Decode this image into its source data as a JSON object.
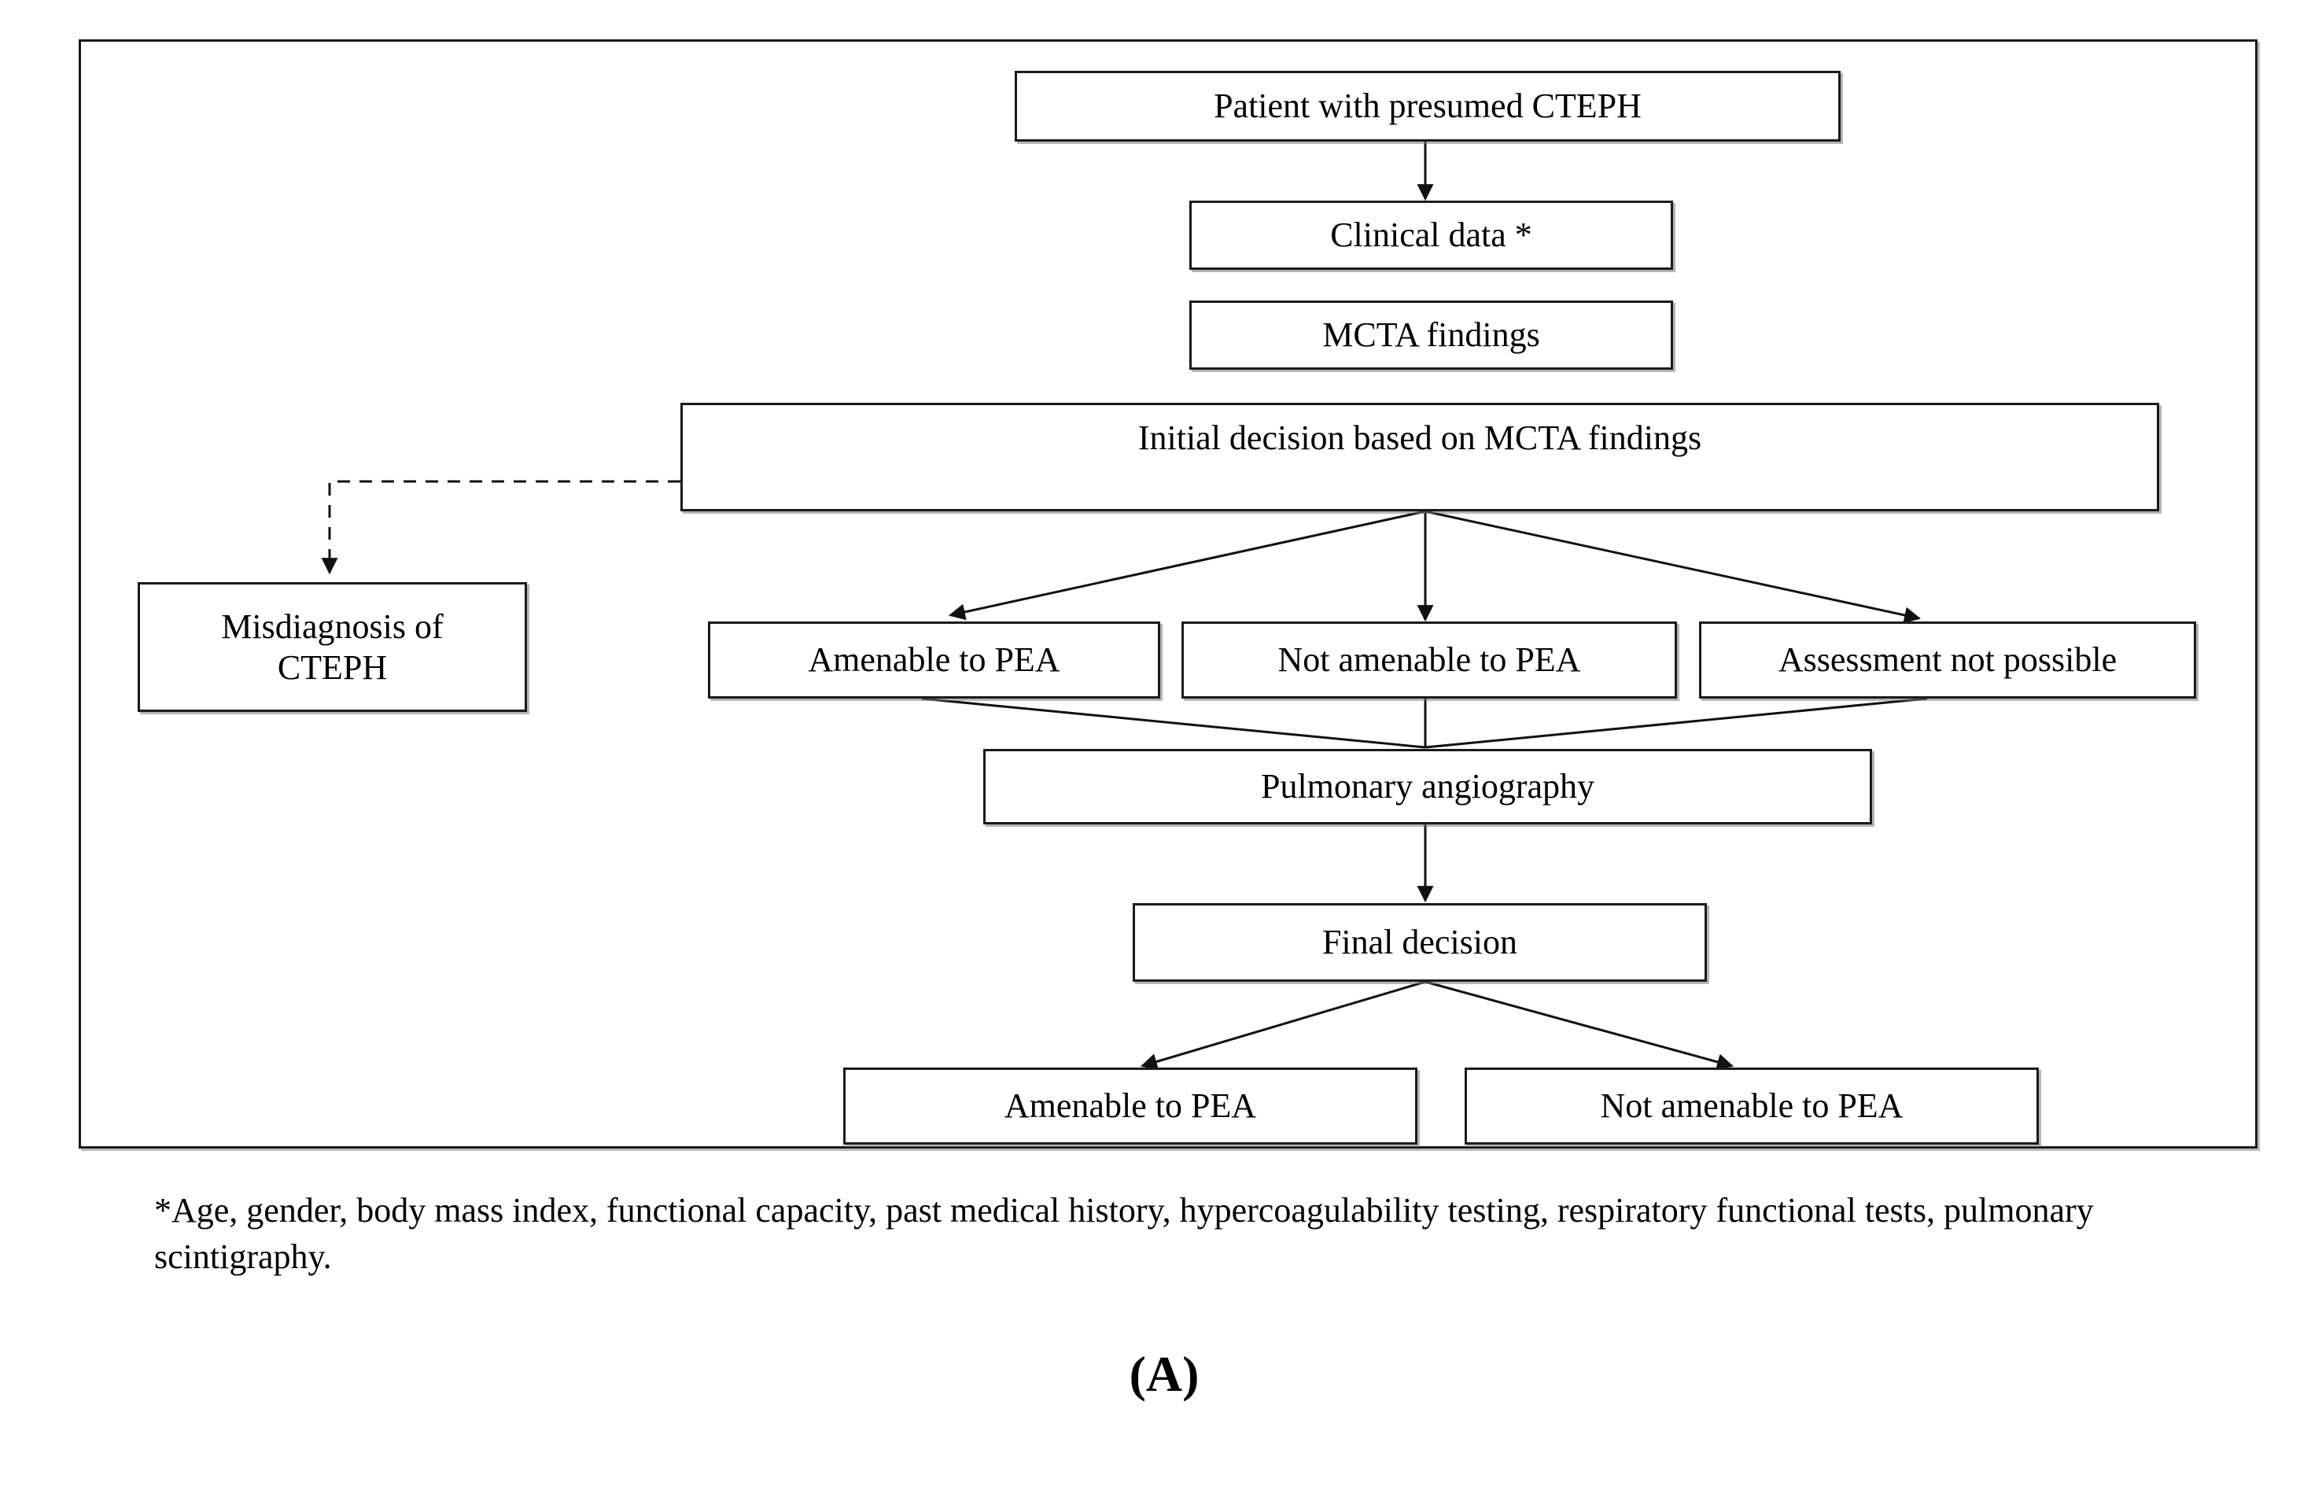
{
  "figure": {
    "panel_label": "(A)",
    "footnote": "*Age, gender, body mass index, functional capacity, past medical history, hypercoagulability testing, respiratory functional tests, pulmonary scintigraphy."
  },
  "nodes": {
    "patient": "Patient with presumed CTEPH",
    "clinical_data": "Clinical data *",
    "mcta_findings": "MCTA findings",
    "initial_decision": "Initial decision based on MCTA findings",
    "misdiagnosis": "Misdiagnosis of\nCTEPH",
    "amenable_initial": "Amenable to PEA",
    "not_amenable_initial": "Not amenable to PEA",
    "assessment_not_possible": "Assessment not possible",
    "pulmonary_angiography": "Pulmonary angiography",
    "final_decision": "Final decision",
    "amenable_final": "Amenable to PEA",
    "not_amenable_final": "Not amenable to PEA"
  },
  "colors": {
    "stroke": "#1a1a1a",
    "background": "#ffffff",
    "text": "#000000",
    "shadow": "#787878"
  },
  "edges": [
    {
      "name": "patient-to-clinical-data",
      "style": "solid",
      "arrow": true
    },
    {
      "name": "initial-decision-to-misdiagnosis",
      "style": "dashed",
      "arrow": true
    },
    {
      "name": "initial-decision-to-amenable",
      "style": "solid",
      "arrow": true
    },
    {
      "name": "initial-decision-to-not-amenable",
      "style": "solid",
      "arrow": true
    },
    {
      "name": "initial-decision-to-assessment-not-possible",
      "style": "solid",
      "arrow": true
    },
    {
      "name": "amenable-to-pulmonary-angiography",
      "style": "solid",
      "arrow": false
    },
    {
      "name": "not-amenable-to-pulmonary-angiography",
      "style": "solid",
      "arrow": false
    },
    {
      "name": "assessment-not-possible-to-pulmonary-angiography",
      "style": "solid",
      "arrow": false
    },
    {
      "name": "pulmonary-angiography-to-final-decision",
      "style": "solid",
      "arrow": true
    },
    {
      "name": "final-decision-to-amenable-final",
      "style": "solid",
      "arrow": true
    },
    {
      "name": "final-decision-to-not-amenable-final",
      "style": "solid",
      "arrow": true
    }
  ]
}
